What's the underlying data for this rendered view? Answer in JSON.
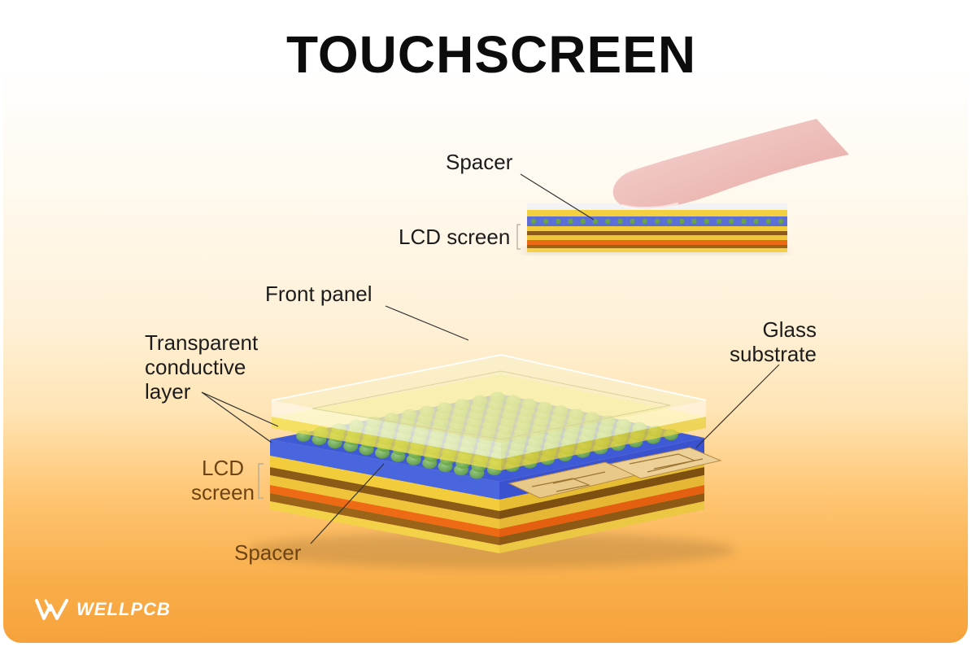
{
  "title": "TOUCHSCREEN",
  "labels": {
    "spacer_top": "Spacer",
    "lcd_top": "LCD screen",
    "front_panel": "Front panel",
    "transparent_layer": [
      "Transparent",
      "conductive",
      "layer"
    ],
    "glass_substrate": [
      "Glass",
      "substrate"
    ],
    "lcd_bottom": [
      "LCD",
      "screen"
    ],
    "spacer_bottom": "Spacer"
  },
  "logo": {
    "text": "WELLPCB",
    "icon": "wellpcb-w-logo-icon"
  },
  "colors": {
    "yellow": "#f4d23c",
    "blue": "#3d58d8",
    "orange": "#ef6a12",
    "brown": "#8a5b14",
    "label_brown": "#6e4414"
  }
}
